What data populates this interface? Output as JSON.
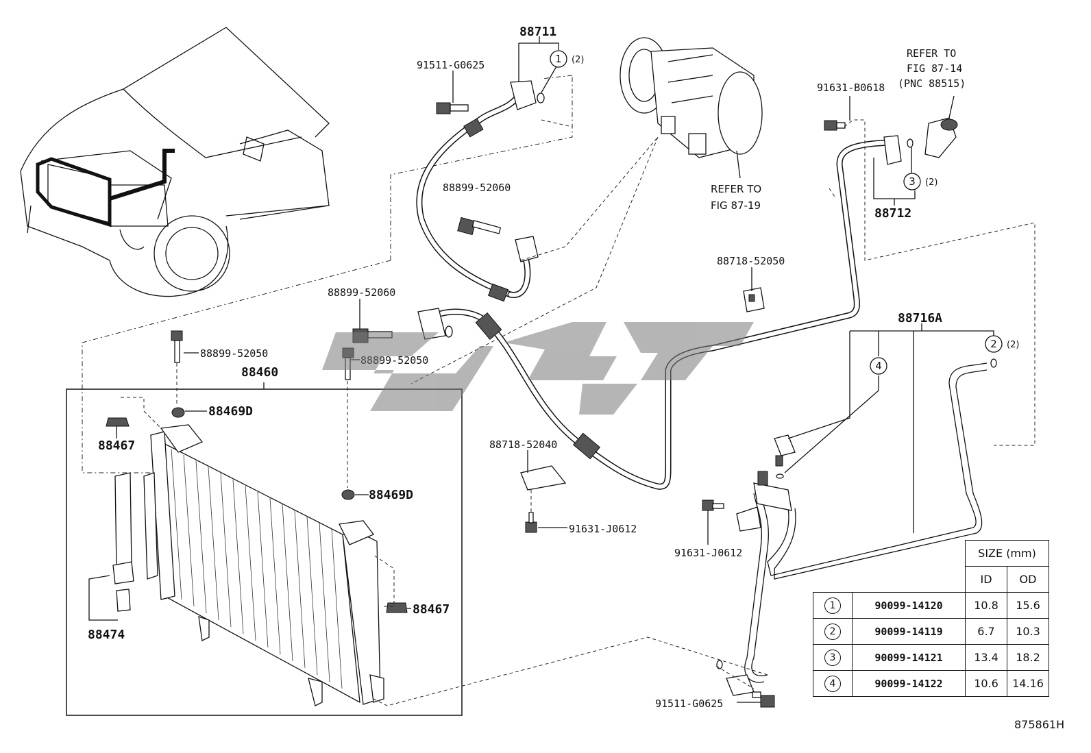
{
  "labels": {
    "p88711": "88711",
    "p91511_top": "91511-G0625",
    "ring1_qty": "(2)",
    "p88899_52060_a": "88899-52060",
    "p88899_52060_b": "88899-52060",
    "p88899_52050_a": "88899-52050",
    "p88899_52050_b": "88899-52050",
    "p88460": "88460",
    "p88469D_a": "88469D",
    "p88469D_b": "88469D",
    "p88467_a": "88467",
    "p88467_b": "88467",
    "p88474": "88474",
    "p88718_52040": "88718-52040",
    "p91631_J0612_a": "91631-J0612",
    "p91631_J0612_b": "91631-J0612",
    "p88718_52050": "88718-52050",
    "p91631_B0618": "91631-B0618",
    "p88712": "88712",
    "ring3_qty": "(2)",
    "p88716A": "88716A",
    "ring2_qty": "(2)",
    "p91511_bottom": "91511-G0625",
    "refer_compressor_1": "REFER TO",
    "refer_compressor_2": "FIG 87-19",
    "refer_valve_1": "REFER TO",
    "refer_valve_2": "FIG 87-14",
    "refer_valve_3": "(PNC 88515)",
    "ring_1": "1",
    "ring_2": "2",
    "ring_3": "3",
    "ring_4": "4"
  },
  "size_table": {
    "header": "SIZE (mm)",
    "col_id": "ID",
    "col_od": "OD",
    "rows": [
      {
        "ring": "1",
        "part": "90099-14120",
        "id": "10.8",
        "od": "15.6"
      },
      {
        "ring": "2",
        "part": "90099-14119",
        "id": "6.7",
        "od": "10.3"
      },
      {
        "ring": "3",
        "part": "90099-14121",
        "id": "13.4",
        "od": "18.2"
      },
      {
        "ring": "4",
        "part": "90099-14122",
        "id": "10.6",
        "od": "14.16"
      }
    ]
  },
  "figure_code": "875861H"
}
